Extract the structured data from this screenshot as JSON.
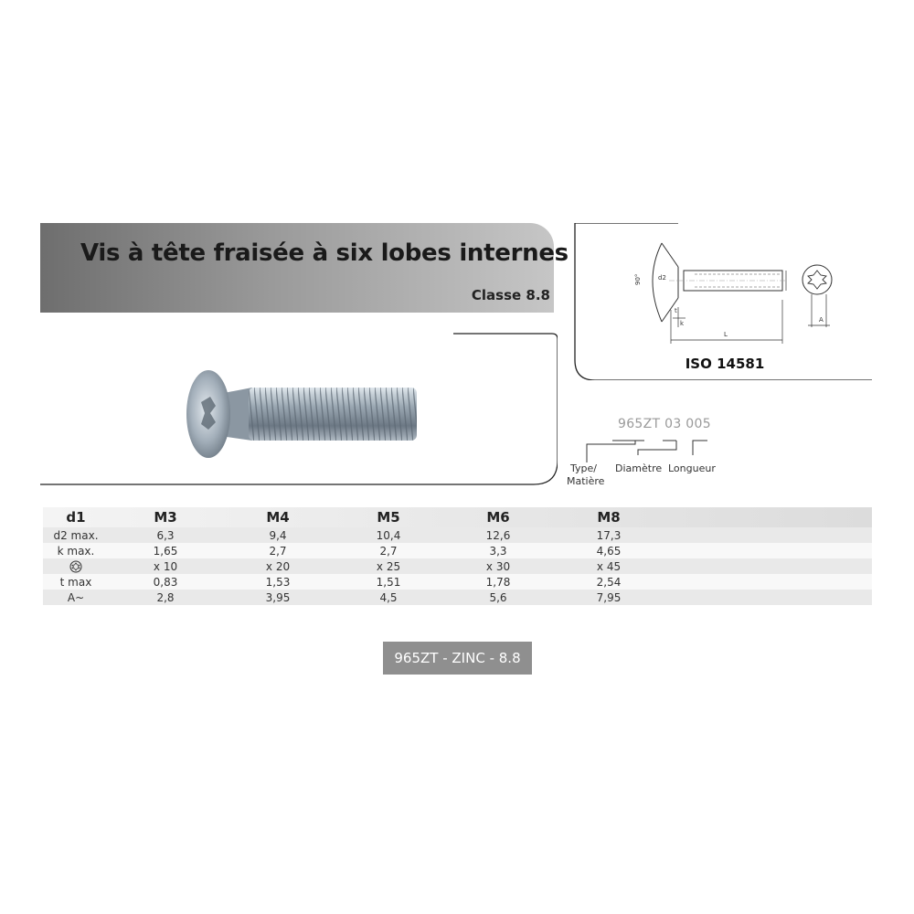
{
  "header": {
    "title": "Vis à tête fraisée à six lobes internes",
    "subtitle": "Classe 8.8"
  },
  "drawing": {
    "standard": "ISO 14581",
    "angle_label": "90°",
    "d2_label": "d2",
    "k_label": "k",
    "t_label": "t",
    "L_label": "L",
    "A_label": "A"
  },
  "reference": {
    "code": "965ZT 03 005",
    "labels": {
      "type": "Type/",
      "matiere": "Matière",
      "diametre": "Diamètre",
      "longueur": "Longueur"
    }
  },
  "table": {
    "header_label": "d1",
    "columns": [
      "M3",
      "M4",
      "M5",
      "M6",
      "M8"
    ],
    "rows": [
      {
        "label": "d2 max.",
        "values": [
          "6,3",
          "9,4",
          "10,4",
          "12,6",
          "17,3"
        ]
      },
      {
        "label": "k max.",
        "values": [
          "1,65",
          "2,7",
          "2,7",
          "3,3",
          "4,65"
        ]
      },
      {
        "label": "",
        "icon": "hexalobular-drive-icon",
        "values": [
          "x 10",
          "x 20",
          "x 25",
          "x 30",
          "x 45"
        ]
      },
      {
        "label": "t max",
        "values": [
          "0,83",
          "1,53",
          "1,51",
          "1,78",
          "2,54"
        ]
      },
      {
        "label": "A~",
        "values": [
          "2,8",
          "3,95",
          "4,5",
          "5,6",
          "7,95"
        ]
      }
    ]
  },
  "footer_tag": "965ZT - ZINC - 8.8",
  "colors": {
    "banner_dark": "#6e6e6e",
    "banner_light": "#c6c6c6",
    "tag_bg": "#8f8f8f"
  }
}
